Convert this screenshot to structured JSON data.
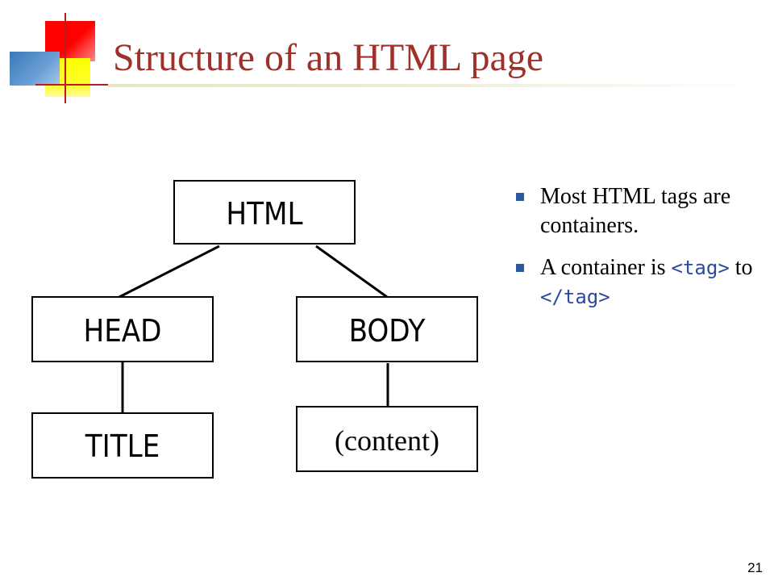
{
  "slide": {
    "title": "Structure of an HTML page",
    "number": "21"
  },
  "diagram": {
    "nodes": {
      "html": "HTML",
      "head": "HEAD",
      "body": "BODY",
      "title": "TITLE",
      "content": "(content)"
    }
  },
  "bullets": [
    {
      "text": "Most HTML tags are containers."
    },
    {
      "prefix": "A container is ",
      "open_tag": "<tag>",
      "middle": " to ",
      "close_tag": "</tag>"
    }
  ],
  "colors": {
    "title": "#a0302a",
    "bullet": "#2b5a9e",
    "code": "#2b4aa6"
  }
}
